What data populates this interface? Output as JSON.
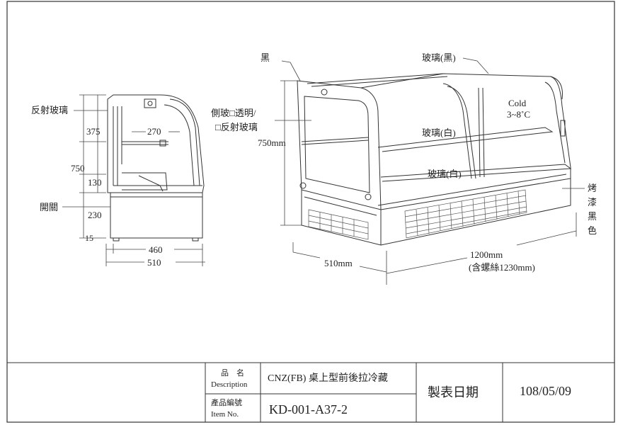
{
  "side_view": {
    "label_reflective_glass": "反射玻璃",
    "label_switch": "開關",
    "dim_375": "375",
    "dim_270": "270",
    "dim_750": "750",
    "dim_130": "130",
    "dim_230": "230",
    "dim_15": "15",
    "dim_460": "460",
    "dim_510": "510"
  },
  "main_view": {
    "label_black": "黑",
    "label_glass_black": "玻璃(黑)",
    "label_side_glass_line1": "側玻□透明/",
    "label_side_glass_line2": "□反射玻璃",
    "label_cold_line1": "Cold",
    "label_cold_line2": "3~8˚C",
    "label_glass_white_1": "玻璃(白)",
    "label_glass_white_2": "玻璃(白)",
    "label_baked_paint": [
      "烤",
      "漆",
      "黑",
      "色"
    ],
    "dim_height": "750mm",
    "dim_depth": "510mm",
    "dim_width_line1": "1200mm",
    "dim_width_line2": "(含螺絲1230mm)"
  },
  "title_block": {
    "name_label_line1": "品　名",
    "name_label_line2": "Description",
    "name_value": "CNZ(FB) 桌上型前後拉冷藏",
    "item_label_line1": "產品編號",
    "item_label_line2": "Item No.",
    "item_value": "KD-001-A37-2",
    "date_label": "製表日期",
    "date_value": "108/05/09"
  }
}
